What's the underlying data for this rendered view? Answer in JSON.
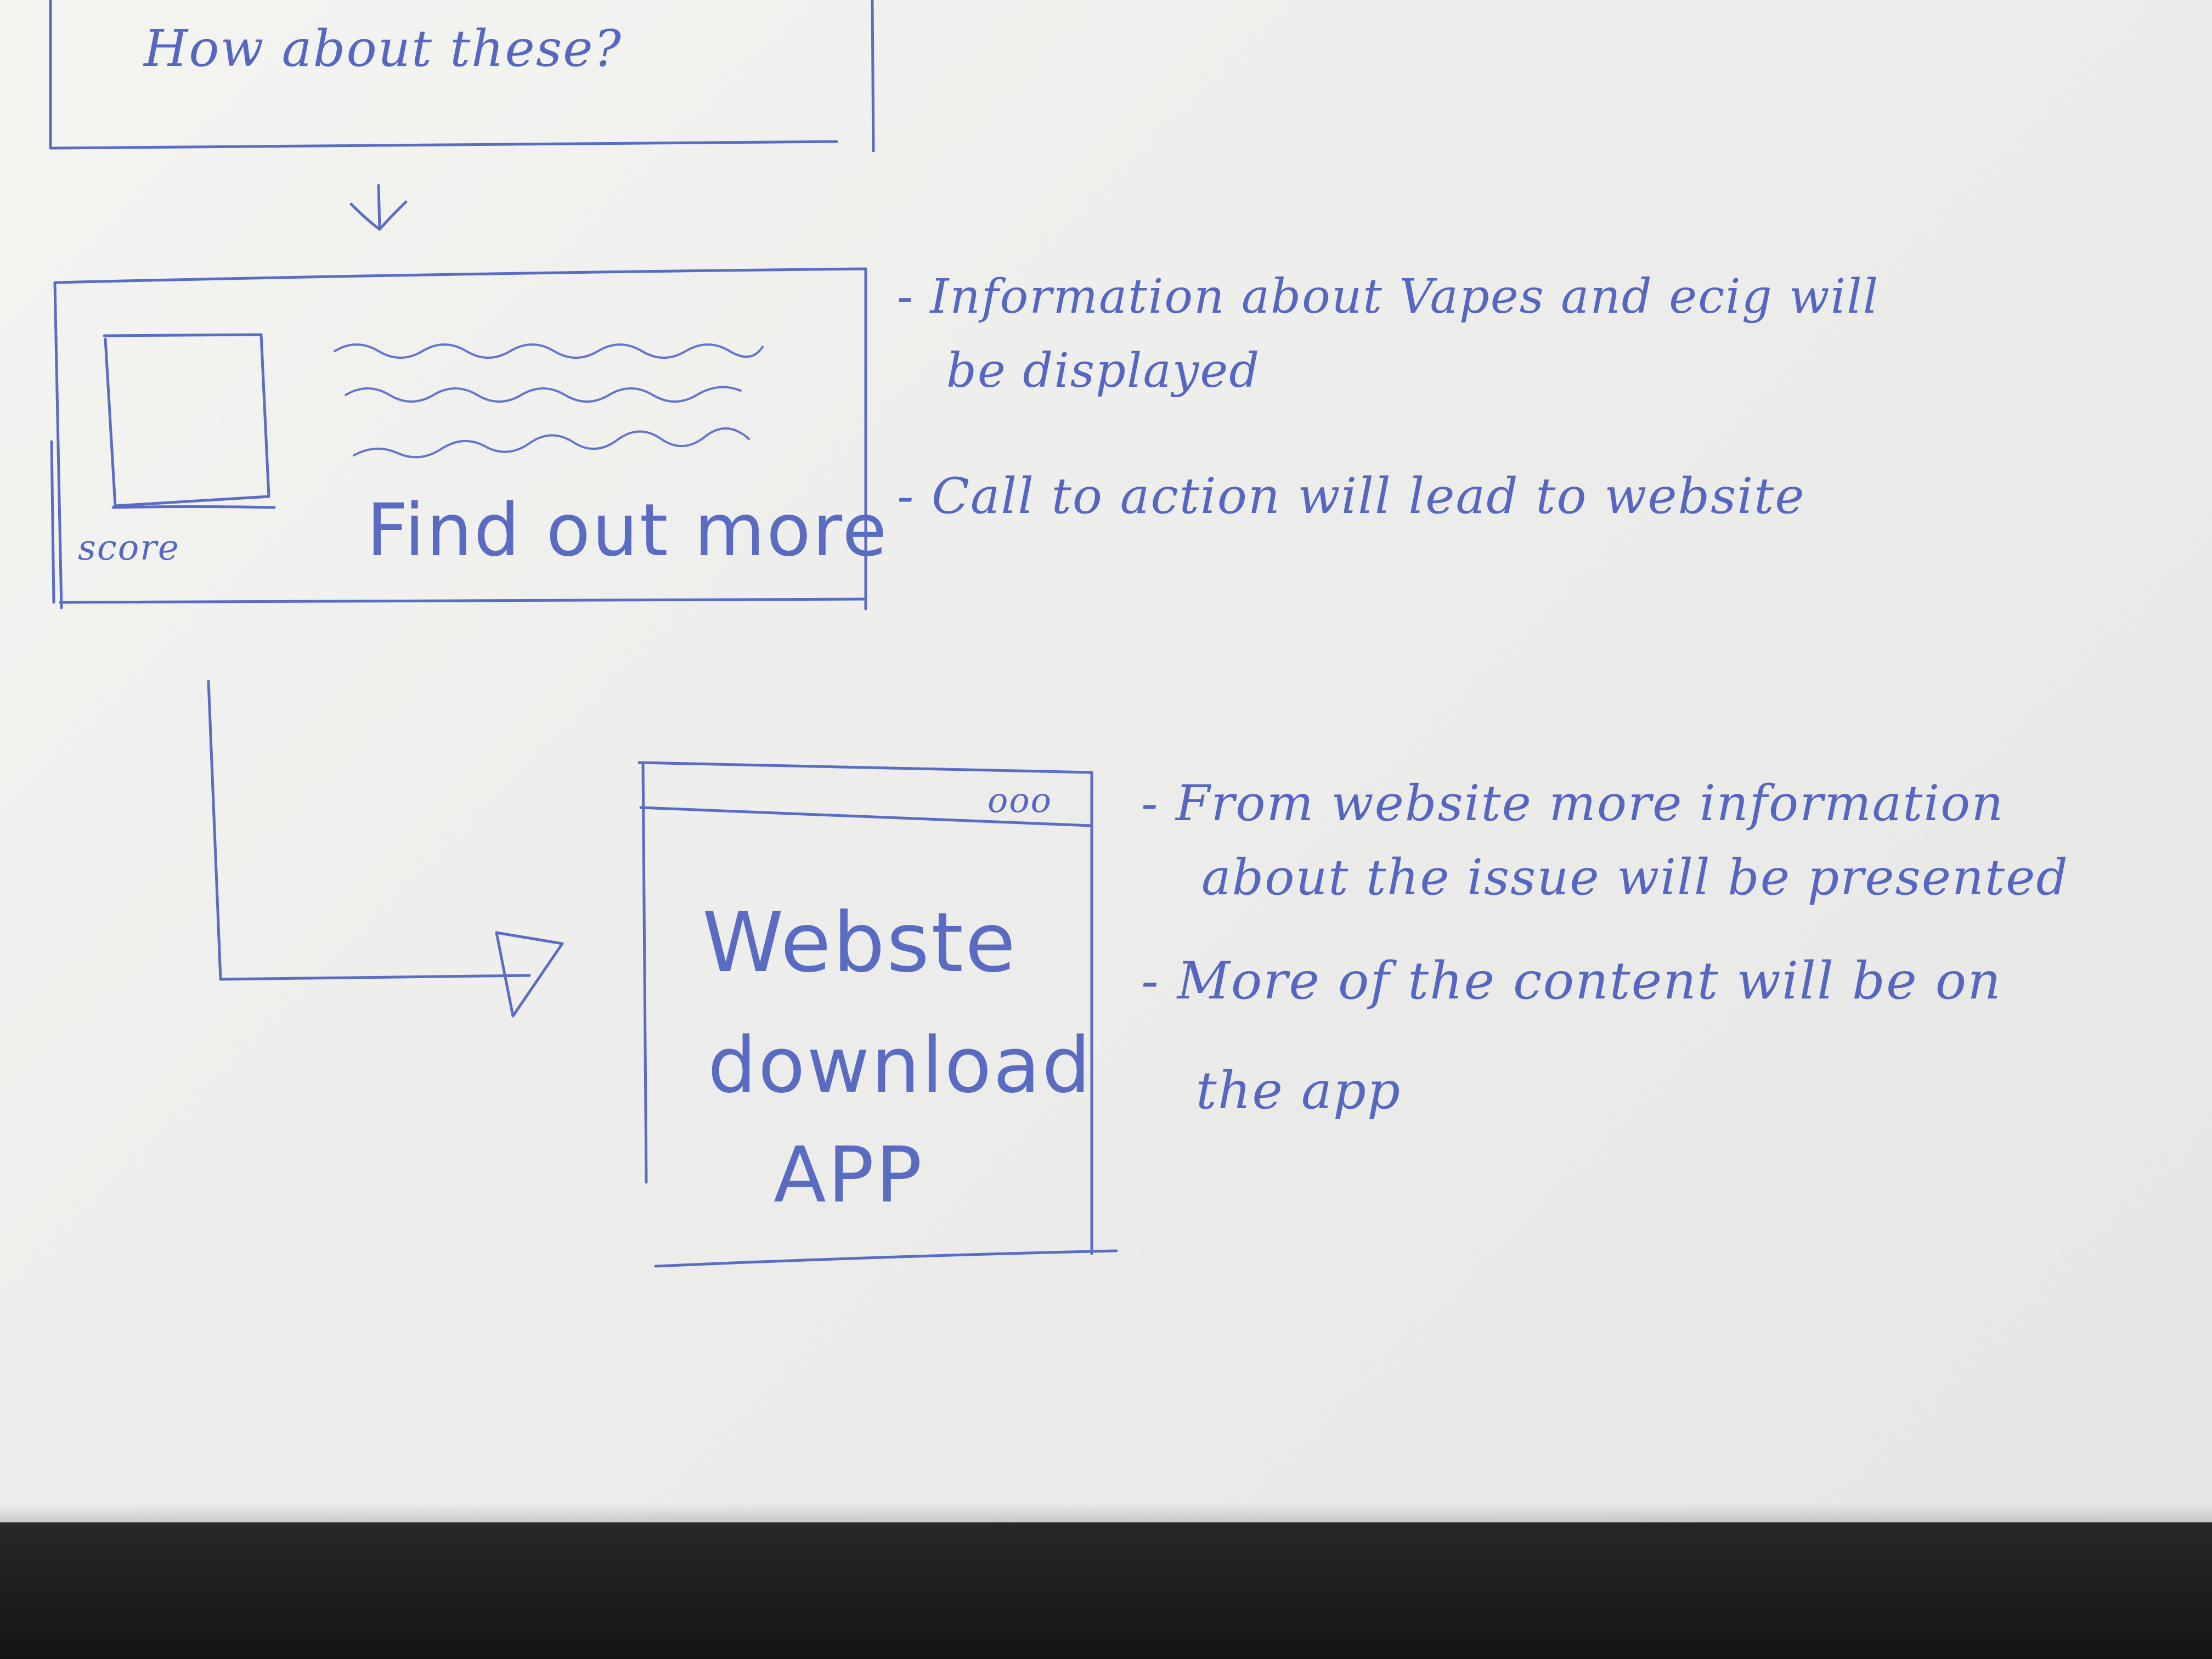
{
  "screen_top": {
    "text": "How about these?"
  },
  "screen_info": {
    "image_label": "score",
    "cta_label": "Find out more"
  },
  "screen_website": {
    "window_dots": "ooo",
    "line1": "Webste",
    "line2": "download",
    "line3": "APP"
  },
  "notes_info": {
    "note1_line1": "- Information about Vapes and ecig will",
    "note1_line2": "be displayed",
    "note2": "- Call to action will lead to website"
  },
  "notes_website": {
    "note1_line1": "- From website more information",
    "note1_line2": "about the issue will be presented",
    "note2_line1": "- More of the content will be on",
    "note2_line2": "the app"
  }
}
